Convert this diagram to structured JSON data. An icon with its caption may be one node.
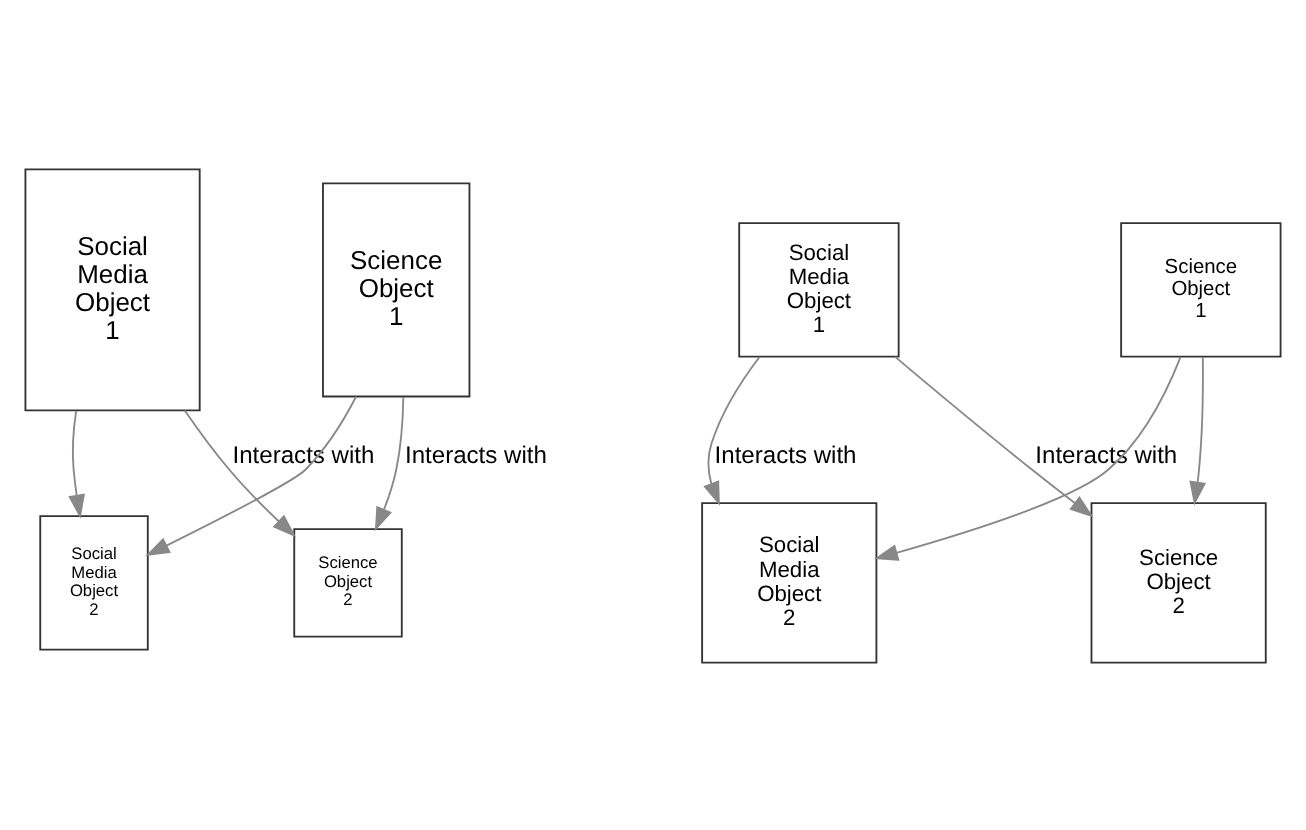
{
  "diagram": {
    "nodes": [
      {
        "text": [
          "Social Media Object 1"
        ]
      },
      {
        "text": [
          "Science Object 1"
        ]
      },
      {
        "text": [
          "Social Media Object 2"
        ]
      },
      {
        "text": [
          "Science Object 2"
        ]
      },
      {
        "text": [
          "Social Media Object 1"
        ]
      },
      {
        "text": [
          "Science Object 1"
        ]
      },
      {
        "text": [
          "Social Media Object 2"
        ]
      },
      {
        "text": [
          "Science Object 2"
        ]
      }
    ],
    "edges": [
      {
        "from": 0,
        "to": 2,
        "arrow": "to"
      },
      {
        "from": 0,
        "to": 3,
        "arrow": "to",
        "label": "Interacts with"
      },
      {
        "from": 1,
        "to": 2,
        "arrow": "to"
      },
      {
        "from": 1,
        "to": 3,
        "arrow": "to",
        "label": "Interacts with"
      },
      {
        "from": 4,
        "to": 6,
        "arrow": "to",
        "label": "Interacts with"
      },
      {
        "from": 4,
        "to": 7,
        "arrow": "to",
        "label": "Interacts with"
      },
      {
        "from": 5,
        "to": 6,
        "arrow": "to"
      },
      {
        "from": 5,
        "to": 7,
        "arrow": "to"
      }
    ]
  }
}
